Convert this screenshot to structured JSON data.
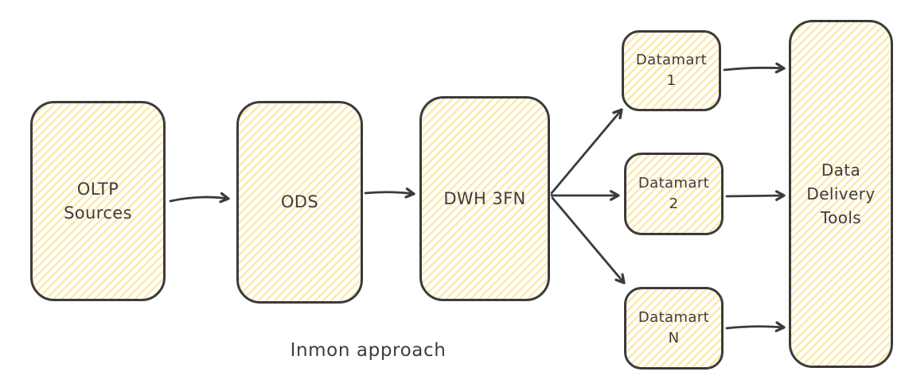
{
  "diagram": {
    "caption": "Inmon approach",
    "colors": {
      "stroke": "#3b3b3b",
      "hatch_fill": "#fbe7a0",
      "background": "#ffffff",
      "text": "#3d3d3d"
    },
    "nodes": [
      {
        "id": "oltp-sources",
        "lines": [
          "OLTP",
          "Sources"
        ]
      },
      {
        "id": "ods",
        "lines": [
          "ODS"
        ]
      },
      {
        "id": "dwh-3fn",
        "lines": [
          "DWH 3FN"
        ]
      },
      {
        "id": "datamart-1",
        "lines": [
          "Datamart",
          "1"
        ]
      },
      {
        "id": "datamart-2",
        "lines": [
          "Datamart",
          "2"
        ]
      },
      {
        "id": "datamart-n",
        "lines": [
          "Datamart",
          "N"
        ]
      },
      {
        "id": "data-delivery-tools",
        "lines": [
          "Data",
          "Delivery",
          "Tools"
        ]
      }
    ],
    "edges": [
      {
        "from": "oltp-sources",
        "to": "ods"
      },
      {
        "from": "ods",
        "to": "dwh-3fn"
      },
      {
        "from": "dwh-3fn",
        "to": "datamart-1"
      },
      {
        "from": "dwh-3fn",
        "to": "datamart-2"
      },
      {
        "from": "dwh-3fn",
        "to": "datamart-n"
      },
      {
        "from": "datamart-1",
        "to": "data-delivery-tools"
      },
      {
        "from": "datamart-2",
        "to": "data-delivery-tools"
      },
      {
        "from": "datamart-n",
        "to": "data-delivery-tools"
      }
    ]
  }
}
